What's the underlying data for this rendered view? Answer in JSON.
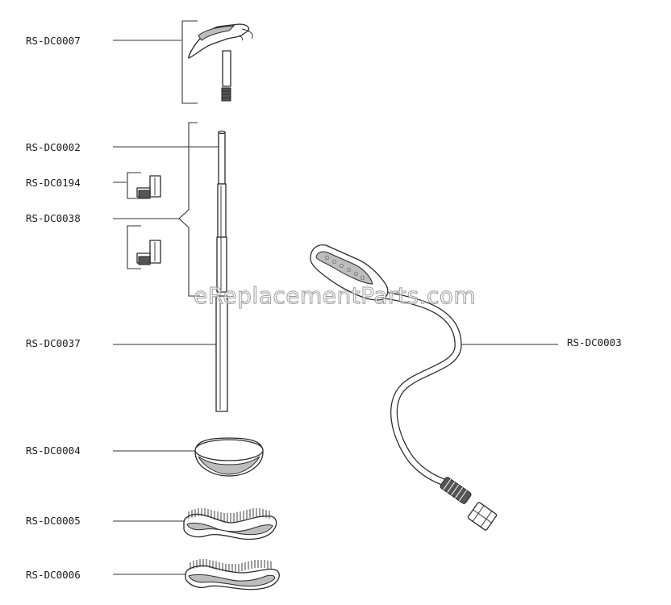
{
  "watermark": "eReplacementParts.com",
  "parts": [
    {
      "id": "RS-DC0007"
    },
    {
      "id": "RS-DC0002"
    },
    {
      "id": "RS-DC0194"
    },
    {
      "id": "RS-DC0038"
    },
    {
      "id": "RS-DC0037"
    },
    {
      "id": "RS-DC0004"
    },
    {
      "id": "RS-DC0005"
    },
    {
      "id": "RS-DC0006"
    },
    {
      "id": "RS-DC0003"
    }
  ]
}
